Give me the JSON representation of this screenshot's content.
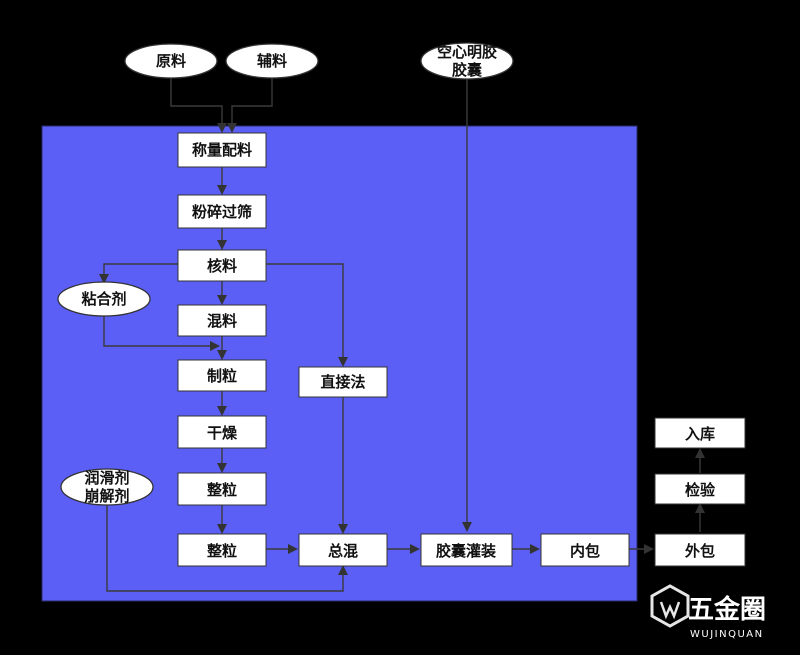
{
  "diagram": {
    "colors": {
      "background": "#000000",
      "panel": "#5b5ff5",
      "box_fill": "#ffffff",
      "line": "#3a3a3a",
      "arrow": "#333333"
    },
    "inputs": {
      "raw": "原料",
      "aux": "辅料",
      "capsule_line1": "空心明胶",
      "capsule_line2": "胶囊",
      "binder": "粘合剂",
      "lubricant_line1": "润滑剂",
      "lubricant_line2": "崩解剂"
    },
    "steps": {
      "weigh": "称量配料",
      "crush": "粉碎过筛",
      "core": "核料",
      "mix": "混料",
      "granulate": "制粒",
      "dry": "干燥",
      "size1": "整粒",
      "size2": "整粒",
      "direct": "直接法",
      "total_mix": "总混",
      "fill": "胶囊灌装",
      "inner_pack": "内包",
      "outer_pack": "外包",
      "inspect": "检验",
      "storage": "入库"
    }
  },
  "watermark": {
    "name": "五金圈",
    "subtitle": "WUJINQUAN",
    "icon": "wujinquan-logo-icon"
  }
}
